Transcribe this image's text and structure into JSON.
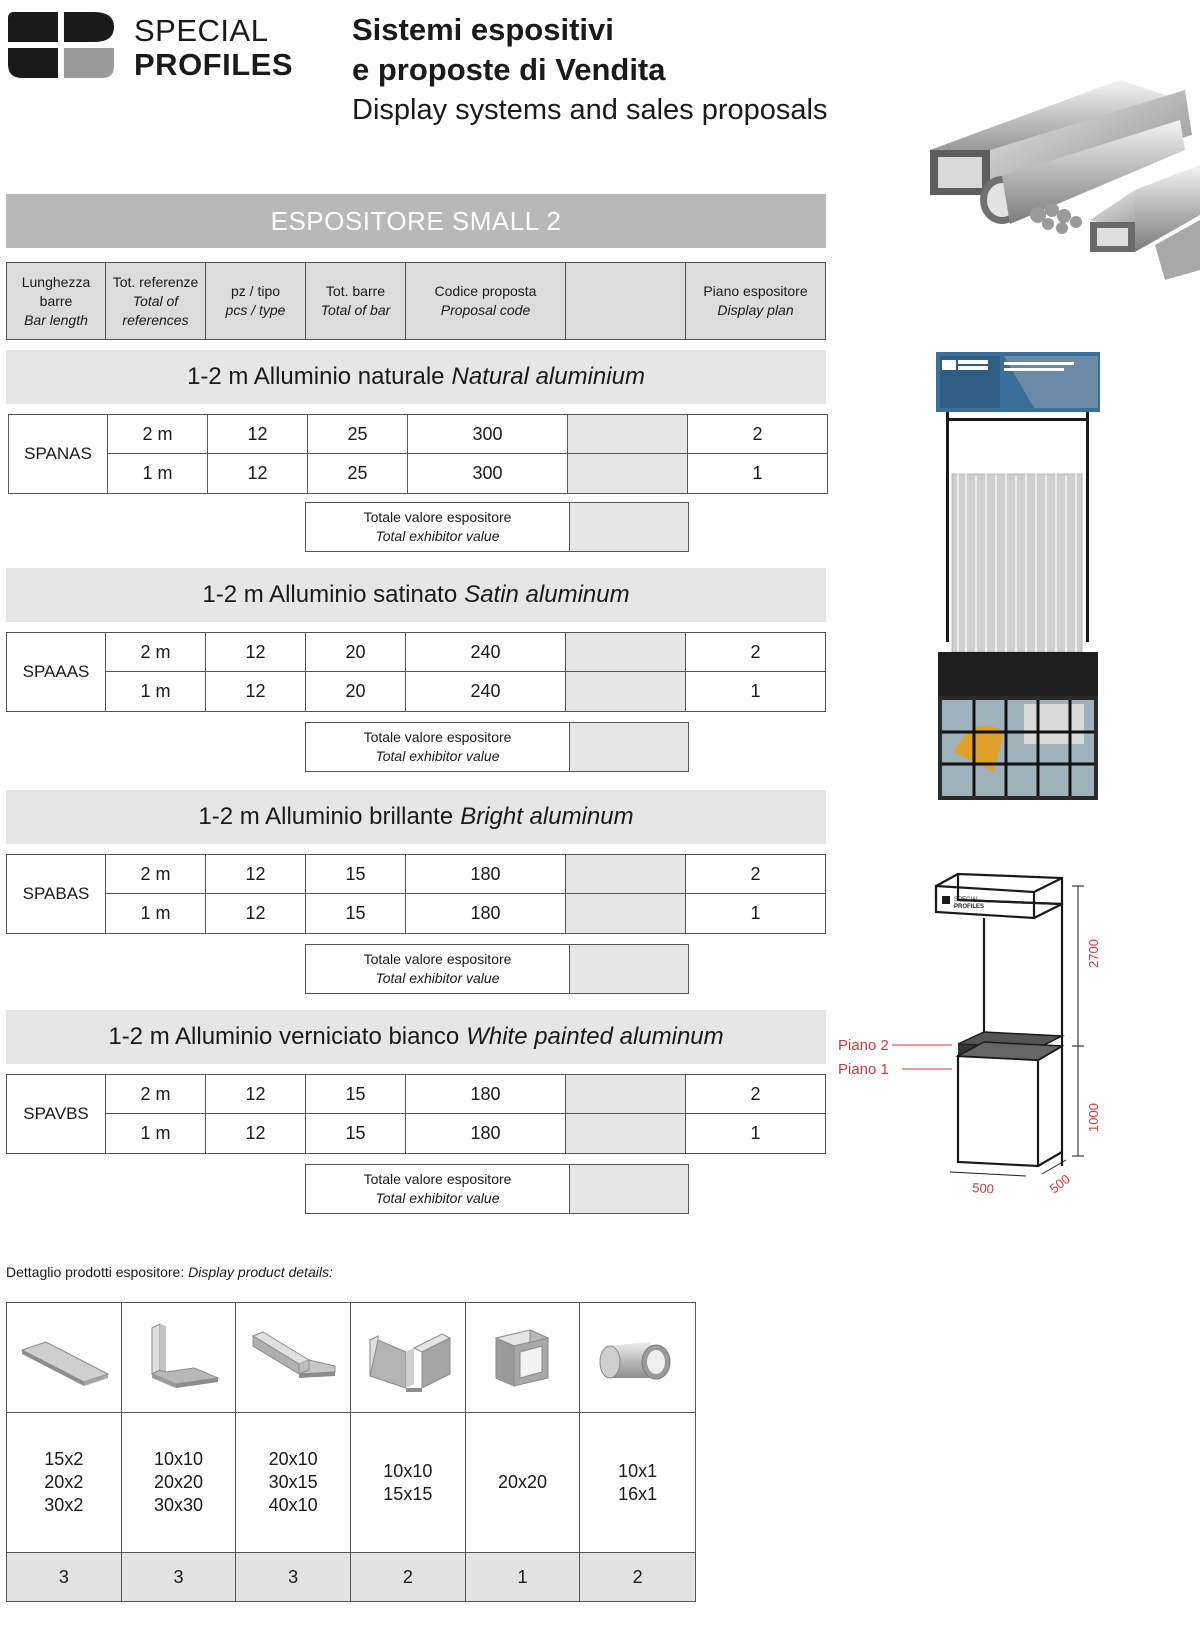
{
  "logo": {
    "line1": "SPECIAL",
    "line2": "PROFILES"
  },
  "header": {
    "title_line1": "Sistemi espositivi",
    "title_line2": "e proposte di Vendita",
    "subtitle": "Display systems and sales proposals"
  },
  "banner": "ESPOSITORE SMALL 2",
  "table_header": {
    "bar_length": {
      "it": [
        "Lunghezza",
        "barre"
      ],
      "en": "Bar length"
    },
    "tot_ref": {
      "it": "Tot. referenze",
      "en": [
        "Total of",
        "references"
      ]
    },
    "pcs_type": {
      "it": "pz / tipo",
      "en": "pcs / type"
    },
    "tot_bars": {
      "it": "Tot. barre",
      "en": "Total of bar"
    },
    "proposal_code": {
      "it": "Codice proposta",
      "en": "Proposal code"
    },
    "display_plan": {
      "it": "Piano espositore",
      "en": "Display plan"
    }
  },
  "total_label": {
    "it": "Totale valore espositore",
    "en": "Total exhibitor value"
  },
  "sections": [
    {
      "title_it": "1-2 m Alluminio naturale",
      "title_en": "Natural aluminium",
      "code": "SPANAS",
      "rows": [
        {
          "length": "2 m",
          "refs": "12",
          "pcs": "25",
          "bars": "300",
          "plan": "2"
        },
        {
          "length": "1 m",
          "refs": "12",
          "pcs": "25",
          "bars": "300",
          "plan": "1"
        }
      ]
    },
    {
      "title_it": "1-2 m Alluminio satinato",
      "title_en": "Satin aluminum",
      "code": "SPAAAS",
      "rows": [
        {
          "length": "2 m",
          "refs": "12",
          "pcs": "20",
          "bars": "240",
          "plan": "2"
        },
        {
          "length": "1 m",
          "refs": "12",
          "pcs": "20",
          "bars": "240",
          "plan": "1"
        }
      ]
    },
    {
      "title_it": "1-2 m Alluminio brillante",
      "title_en": "Bright aluminum",
      "code": "SPABAS",
      "rows": [
        {
          "length": "2 m",
          "refs": "12",
          "pcs": "15",
          "bars": "180",
          "plan": "2"
        },
        {
          "length": "1 m",
          "refs": "12",
          "pcs": "15",
          "bars": "180",
          "plan": "1"
        }
      ]
    },
    {
      "title_it": "1-2 m Alluminio verniciato bianco",
      "title_en": "White painted aluminum",
      "code": "SPAVBS",
      "rows": [
        {
          "length": "2 m",
          "refs": "12",
          "pcs": "15",
          "bars": "180",
          "plan": "2"
        },
        {
          "length": "1 m",
          "refs": "12",
          "pcs": "15",
          "bars": "180",
          "plan": "1"
        }
      ]
    }
  ],
  "diagram": {
    "piano2": "Piano 2",
    "piano1": "Piano 1",
    "height_total": "2700",
    "height_base": "1000",
    "width": "500",
    "depth": "500",
    "box_logo_line1": "SPECIAL",
    "box_logo_line2": "PROFILES",
    "label_color": "#d03a3a"
  },
  "details": {
    "label_it": "Dettaglio prodotti espositore:",
    "label_en": "Display product details:",
    "products": [
      {
        "icon": "flat-bar-icon",
        "sizes": [
          "15x2",
          "20x2",
          "30x2"
        ],
        "count": "3"
      },
      {
        "icon": "equal-angle-icon",
        "sizes": [
          "10x10",
          "20x20",
          "30x30"
        ],
        "count": "3"
      },
      {
        "icon": "unequal-angle-icon",
        "sizes": [
          "20x10",
          "30x15",
          "40x10"
        ],
        "count": "3"
      },
      {
        "icon": "u-channel-icon",
        "sizes": [
          "10x10",
          "15x15"
        ],
        "count": "2"
      },
      {
        "icon": "square-tube-icon",
        "sizes": [
          "20x20"
        ],
        "count": "1"
      },
      {
        "icon": "round-tube-icon",
        "sizes": [
          "10x1",
          "16x1"
        ],
        "count": "2"
      }
    ]
  }
}
